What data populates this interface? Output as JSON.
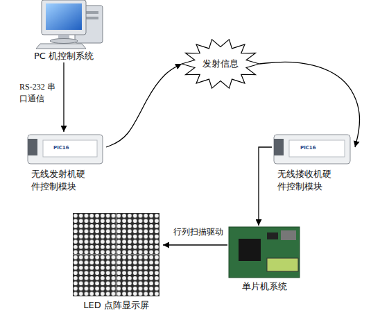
{
  "diagram": {
    "nodes": [
      {
        "text": [
          "PC 机控制系统"
        ]
      },
      {
        "text": [
          "发射信息"
        ]
      },
      {
        "text": [
          "无线发射机硬 件控制模块"
        ]
      },
      {
        "text": [
          "无线搂收机硬 件控制模块"
        ]
      },
      {
        "text": [
          "单片机系统"
        ]
      },
      {
        "text": [
          "LED 点阵显示屏"
        ]
      }
    ],
    "edges": [
      {
        "from": 0,
        "to": 2,
        "arrow": "to",
        "label": "RS-232 串口通信"
      },
      {
        "from": 2,
        "to": 1,
        "arrow": "to"
      },
      {
        "from": 1,
        "to": 3,
        "arrow": "to"
      },
      {
        "from": 3,
        "to": 4,
        "arrow": "to"
      },
      {
        "from": 4,
        "to": 5,
        "arrow": "to",
        "label": "行列扫描驱动"
      }
    ],
    "labels": [
      "PIC16",
      "PIC16"
    ]
  }
}
